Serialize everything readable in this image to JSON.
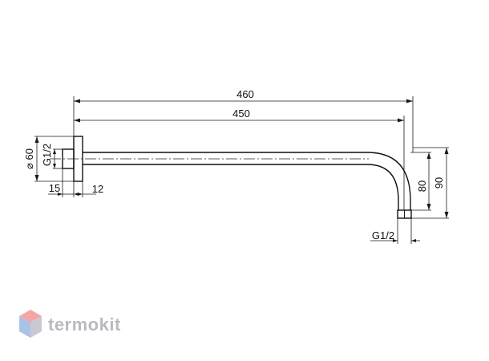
{
  "dimensions": {
    "total_length": "460",
    "arm_length": "450",
    "flange_diameter": "⌀ 60",
    "thread_wall": "G1/2",
    "flange_depth_left": "15",
    "flange_depth_right": "12",
    "outlet_thread": "G1/2",
    "drop_outlet": "80",
    "drop_total": "90"
  },
  "watermark": {
    "brand": "termokit",
    "colors": {
      "top": "#f4a6a6",
      "left": "#a9c3e6",
      "right": "#c9c9d3",
      "text": "#b9b9bf"
    }
  }
}
